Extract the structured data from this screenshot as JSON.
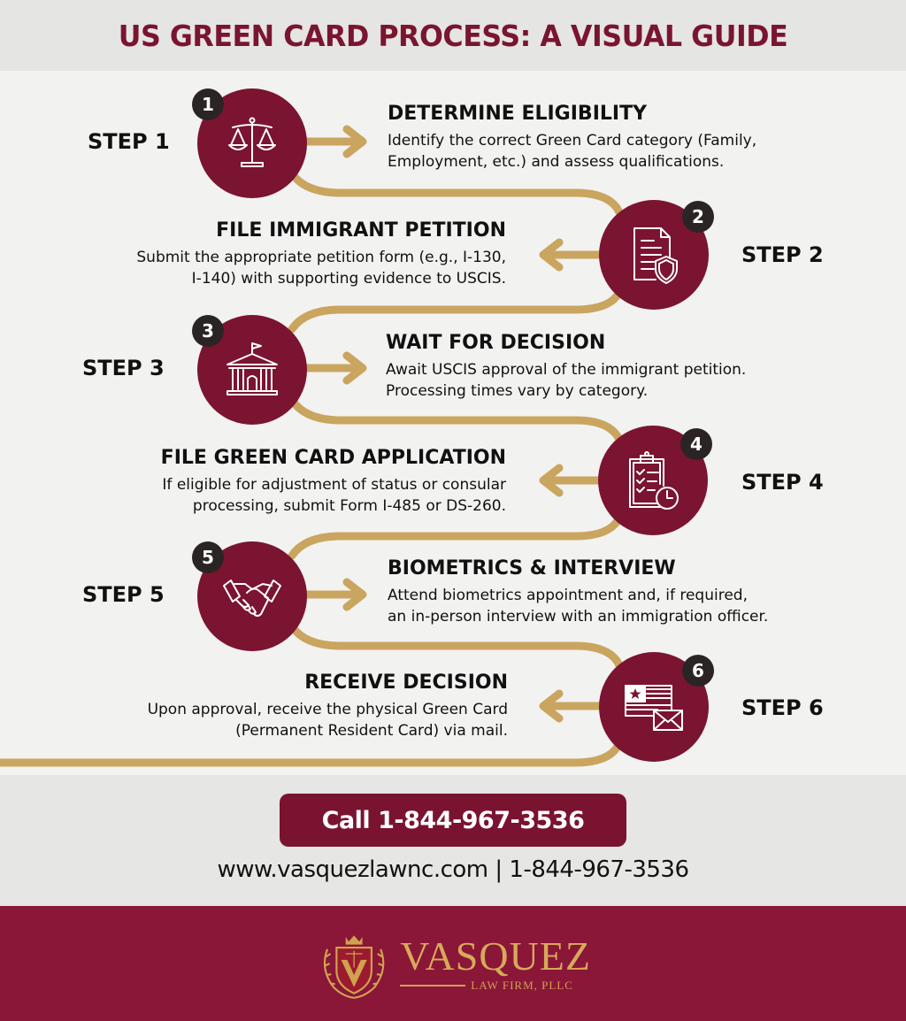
{
  "header": {
    "title": "US GREEN CARD PROCESS: A VISUAL GUIDE"
  },
  "colors": {
    "maroon": "#7b1430",
    "gold": "#c9a55f",
    "badge": "#2a2524",
    "footer": "#8a1638"
  },
  "steps": [
    {
      "number": "1",
      "label": "STEP 1",
      "icon": "scales-of-justice-icon",
      "title": "DETERMINE ELIGIBILITY",
      "description": "Identify the correct Green Card category (Family,\nEmployment, etc.) and assess qualifications."
    },
    {
      "number": "2",
      "label": "STEP 2",
      "icon": "document-shield-icon",
      "title": "FILE IMMIGRANT PETITION",
      "description": "Submit the appropriate petition form (e.g., I-130,\nI-140) with supporting evidence to USCIS."
    },
    {
      "number": "3",
      "label": "STEP 3",
      "icon": "government-building-icon",
      "title": "WAIT FOR DECISION",
      "description": "Await USCIS approval of the immigrant petition.\nProcessing times vary by category."
    },
    {
      "number": "4",
      "label": "STEP 4",
      "icon": "clipboard-clock-icon",
      "title": "FILE GREEN CARD APPLICATION",
      "description": "If eligible for adjustment of status or consular\nprocessing, submit Form I-485 or DS-260."
    },
    {
      "number": "5",
      "label": "STEP 5",
      "icon": "handshake-icon",
      "title": "BIOMETRICS & INTERVIEW",
      "description": "Attend biometrics appointment and, if required,\nan in-person interview with an immigration officer."
    },
    {
      "number": "6",
      "label": "STEP 6",
      "icon": "flag-envelope-icon",
      "title": "RECEIVE DECISION",
      "description": "Upon approval, receive the physical Green Card\n(Permanent Resident Card) via mail."
    }
  ],
  "cta": {
    "button_label": "Call 1-844-967-3536",
    "contact_line": "www.vasquezlawnc.com | 1-844-967-3536"
  },
  "footer": {
    "logo_name": "VASQUEZ",
    "logo_subtitle": "LAW FIRM, PLLC"
  }
}
